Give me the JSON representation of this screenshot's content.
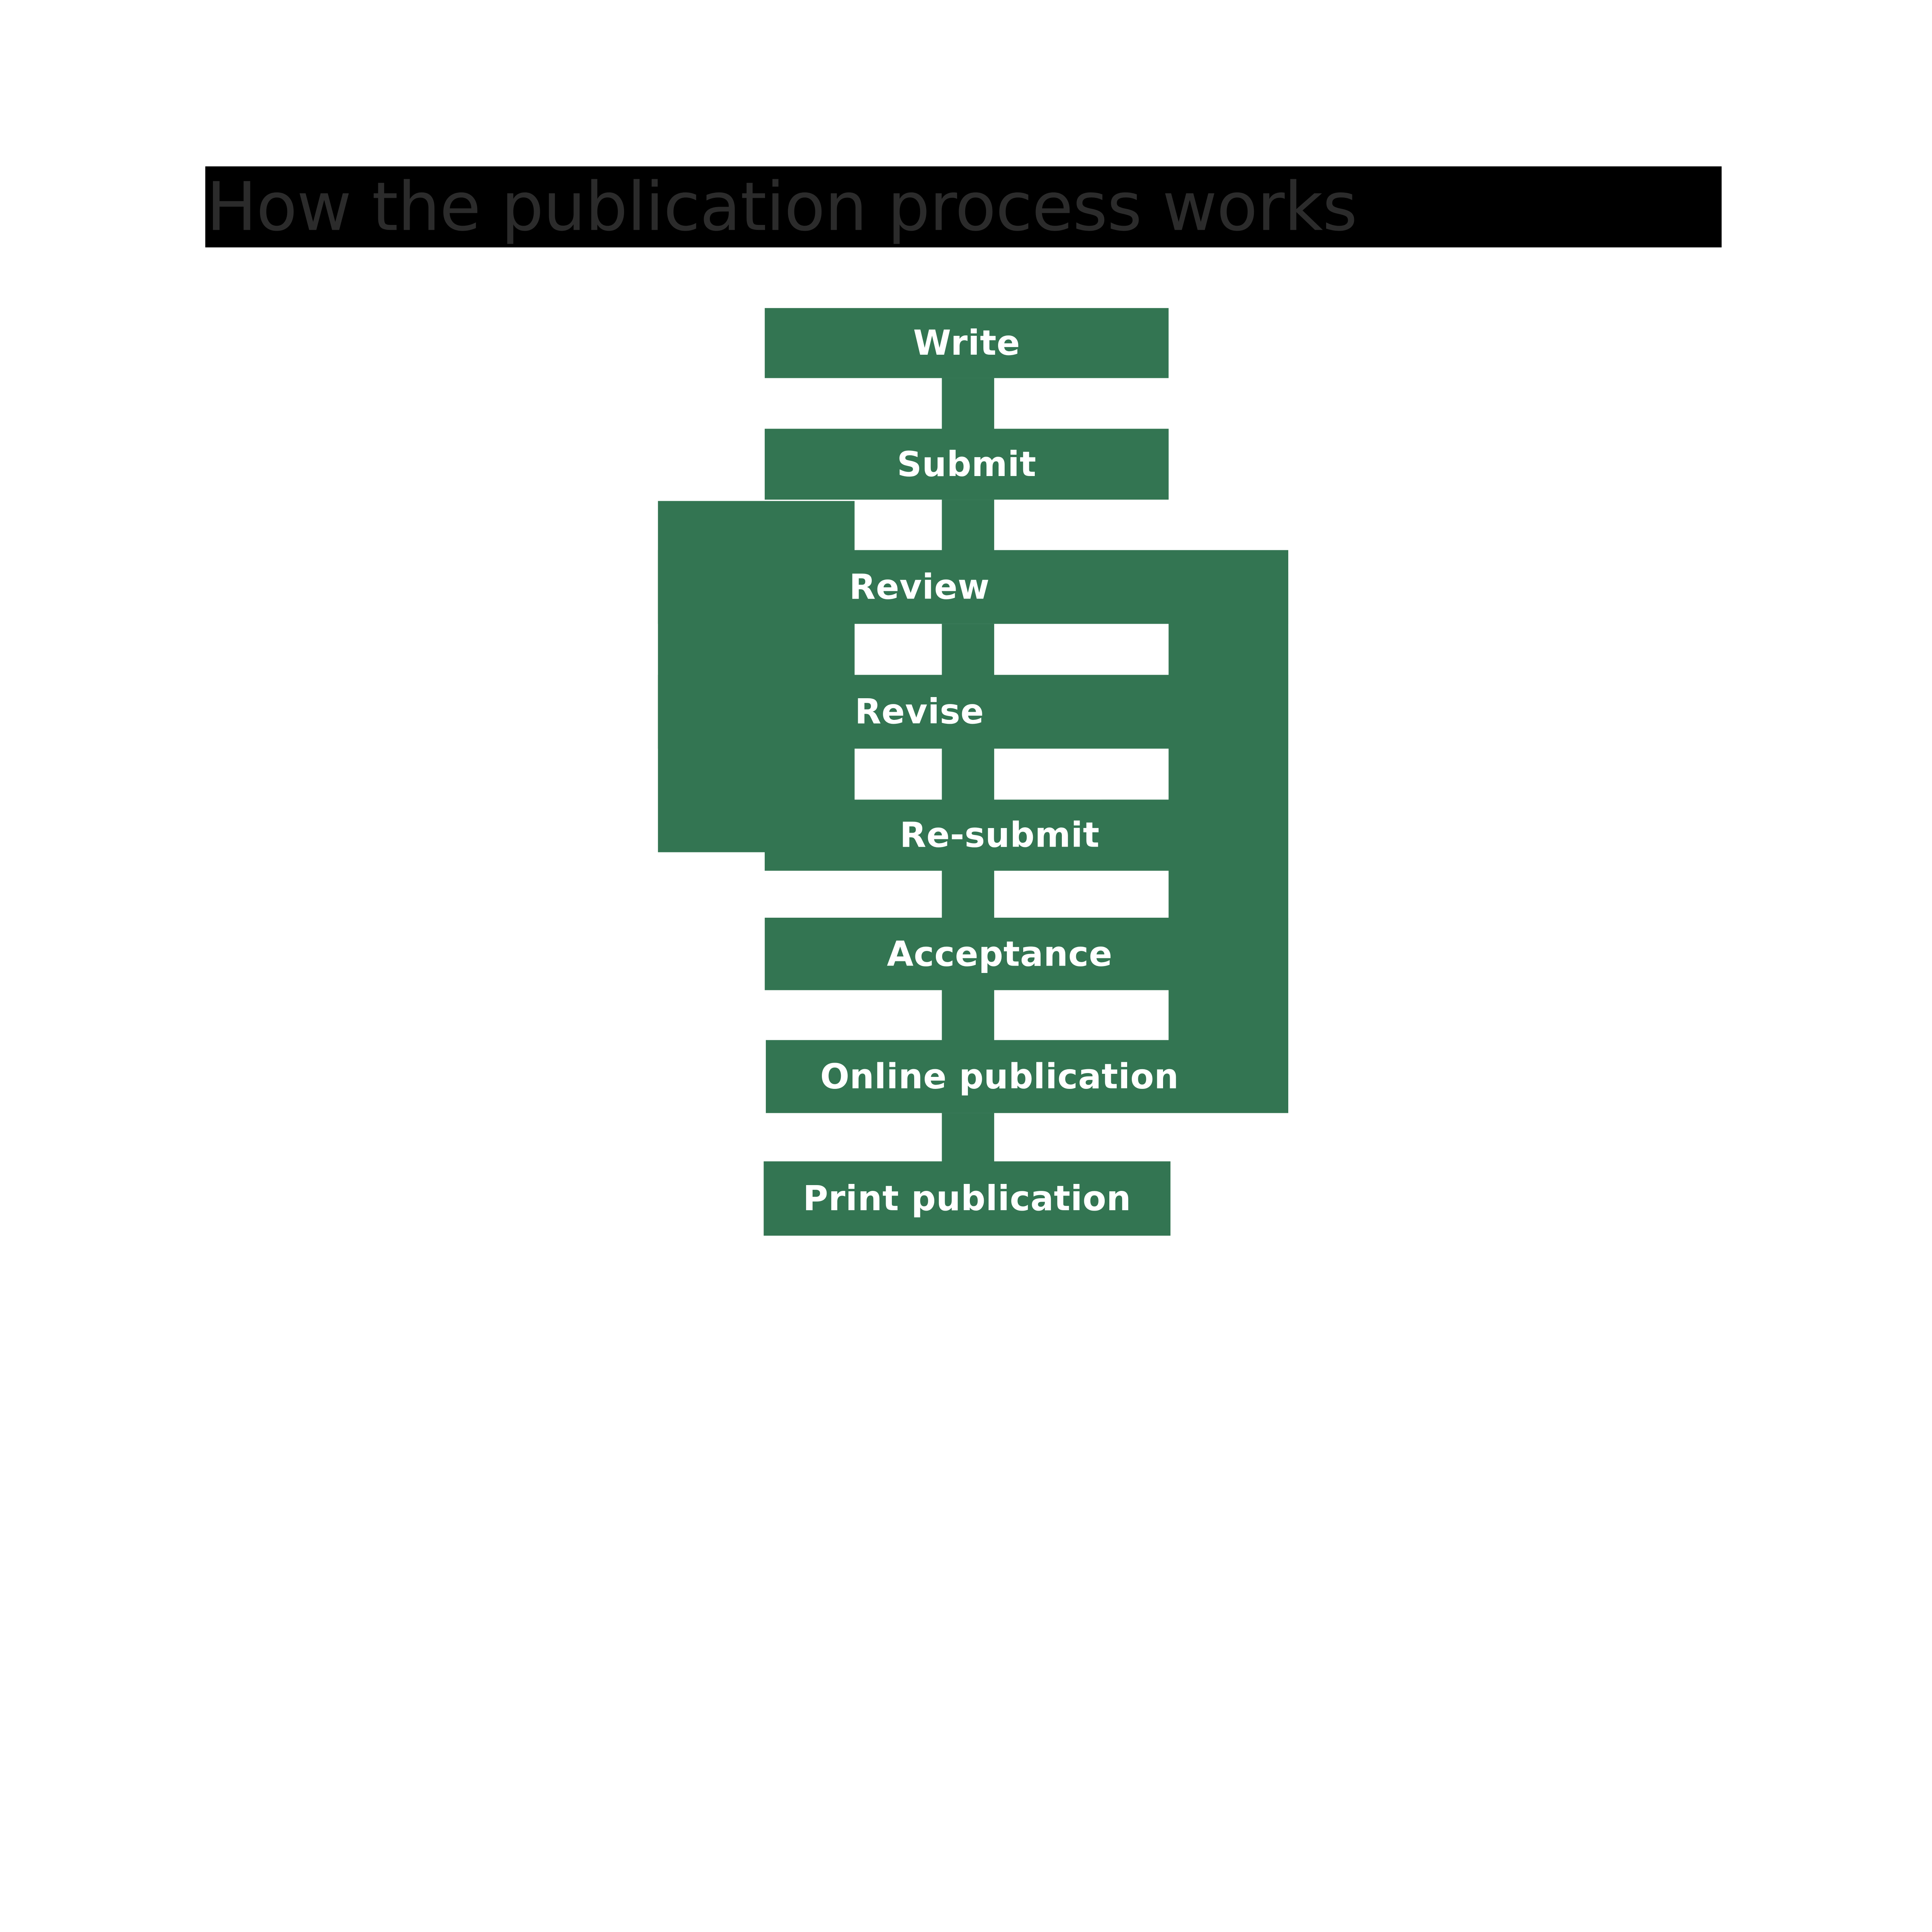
{
  "slide": {
    "title": "How the publication process works",
    "title_bar_color": "#000000",
    "title_text_color": "#2b2b2b",
    "background_color": "#ffffff"
  },
  "diagram": {
    "accent_color": "#337552",
    "node_text_color": "#ffffff",
    "type": "flowchart-vertical",
    "nodes": [
      {
        "id": "write",
        "label": "Write"
      },
      {
        "id": "submit",
        "label": "Submit"
      },
      {
        "id": "review",
        "label": "Review"
      },
      {
        "id": "revise",
        "label": "Revise"
      },
      {
        "id": "resubmit",
        "label": "Re-submit"
      },
      {
        "id": "acceptance",
        "label": "Acceptance"
      },
      {
        "id": "online",
        "label": "Online publication"
      },
      {
        "id": "print",
        "label": "Print publication"
      }
    ],
    "flow_order": [
      "Write",
      "Submit",
      "Review",
      "Revise",
      "Re-submit",
      "Acceptance",
      "Online publication",
      "Print publication"
    ],
    "loops": [
      {
        "id": "left-loop",
        "description": "Submit / Review / Revise / Re-submit feedback path (left)"
      },
      {
        "id": "right-loop",
        "description": "Review / Revise / Re-submit / Acceptance / Online publication path (right)"
      }
    ]
  }
}
